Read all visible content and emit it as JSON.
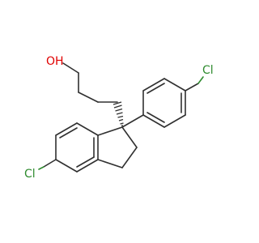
{
  "molecule": {
    "atoms": {
      "hydroxyl": {
        "label": "OH",
        "color": "#e00000"
      },
      "chloro_aryl": {
        "label": "Cl",
        "color": "#2e8b2e"
      },
      "chloro_indane": {
        "label": "Cl",
        "color": "#2e8b2e"
      }
    },
    "bond_color": "#303030",
    "stereo_bond": "hashed-wedge"
  }
}
